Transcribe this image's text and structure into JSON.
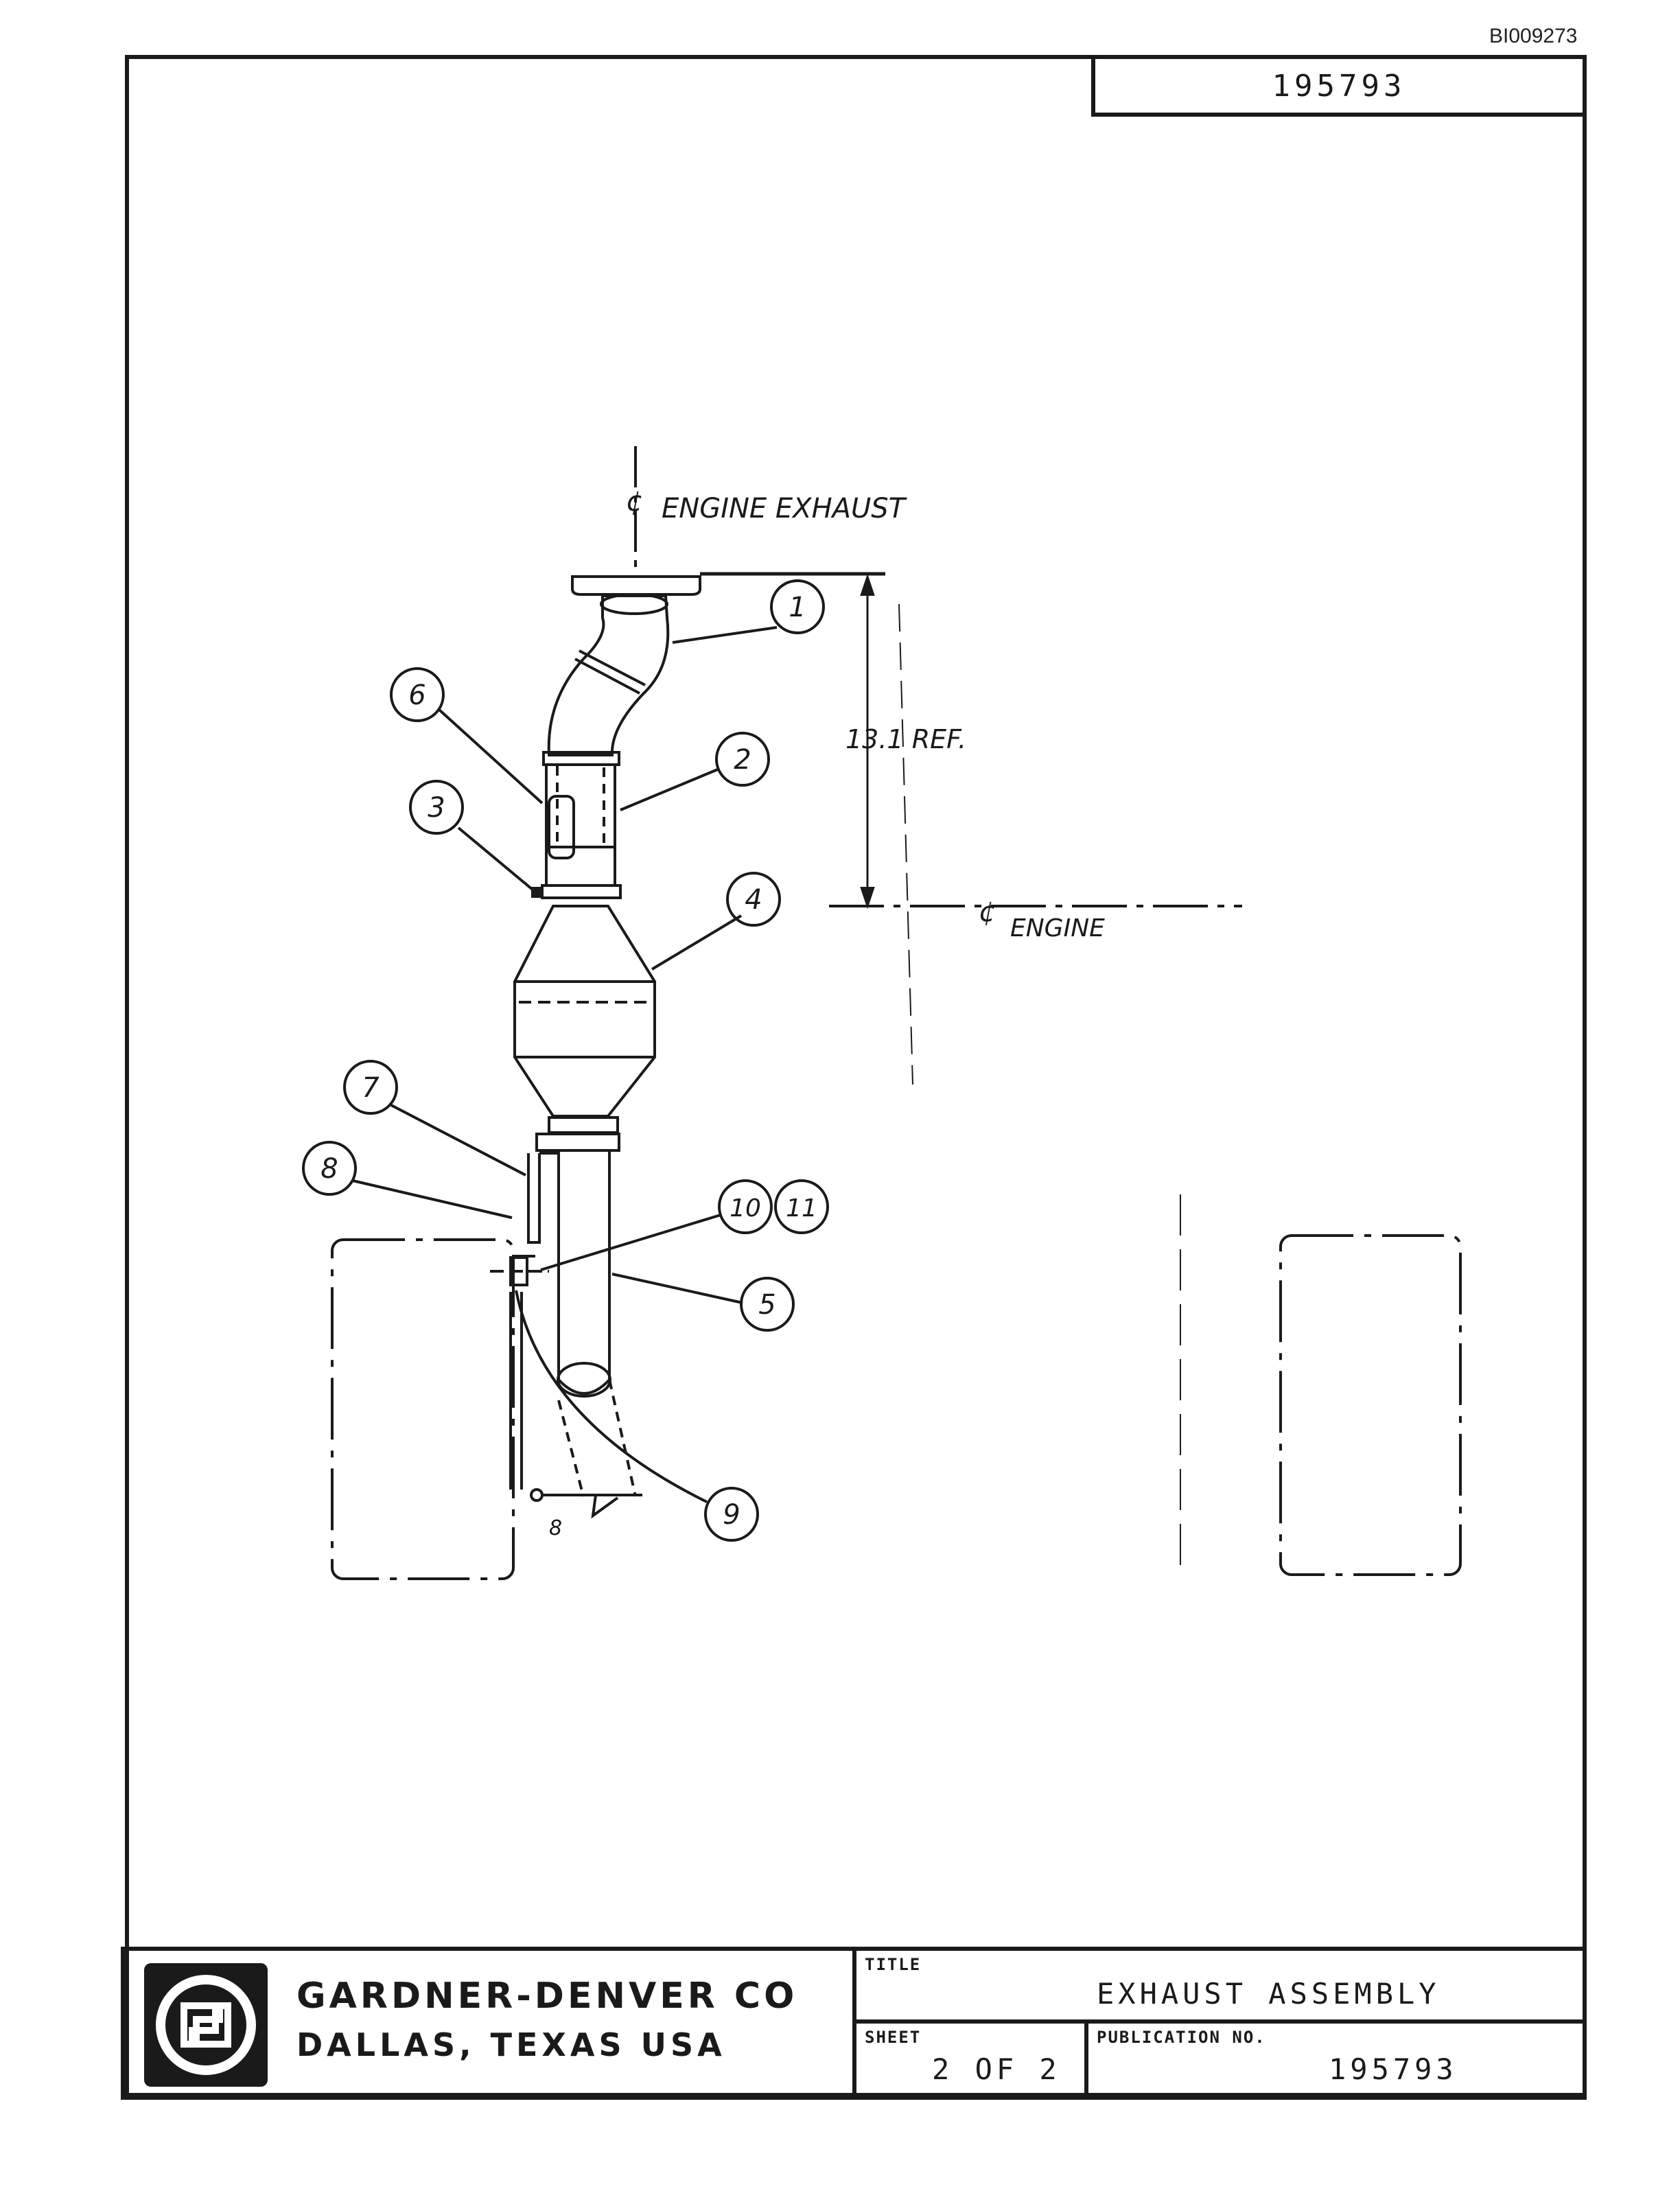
{
  "bates_number": "BI009273",
  "publication_box": "195793",
  "diagram": {
    "labels": {
      "engine_exhaust": "ENGINE EXHAUST",
      "dimension": "13.1 REF.",
      "engine": "ENGINE",
      "centerline_symbol": "¢",
      "small_8": "8"
    },
    "callouts": [
      {
        "id": "1",
        "text": "1"
      },
      {
        "id": "2",
        "text": "2"
      },
      {
        "id": "3",
        "text": "3"
      },
      {
        "id": "4",
        "text": "4"
      },
      {
        "id": "5",
        "text": "5"
      },
      {
        "id": "6",
        "text": "6"
      },
      {
        "id": "7",
        "text": "7"
      },
      {
        "id": "8",
        "text": "8"
      },
      {
        "id": "9",
        "text": "9"
      },
      {
        "id": "10",
        "text": "10"
      },
      {
        "id": "11",
        "text": "11"
      }
    ]
  },
  "title_block": {
    "company": "GARDNER-DENVER CO",
    "location": "DALLAS, TEXAS USA",
    "title_label": "TITLE",
    "title": "EXHAUST ASSEMBLY",
    "sheet_label": "SHEET",
    "sheet": "2 OF 2",
    "publication_label": "PUBLICATION NO.",
    "publication_no": "195793"
  }
}
